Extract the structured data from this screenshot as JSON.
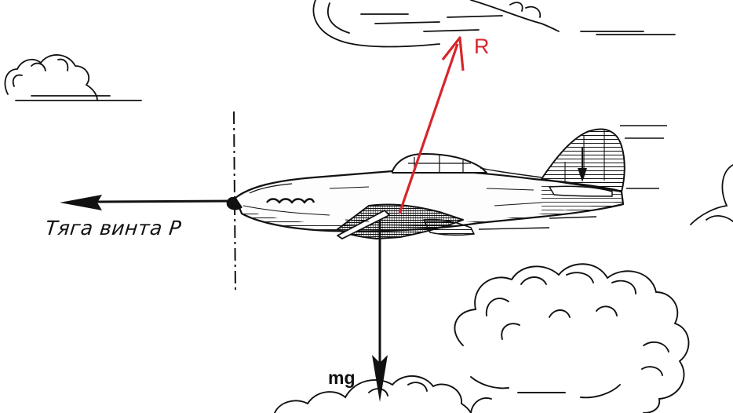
{
  "labels": {
    "thrust": "Тяга винта P",
    "lift": "R",
    "gravity": "mg"
  },
  "colors": {
    "ink": "#111111",
    "lift_vector": "#d7262b",
    "background": "#ffffff"
  }
}
